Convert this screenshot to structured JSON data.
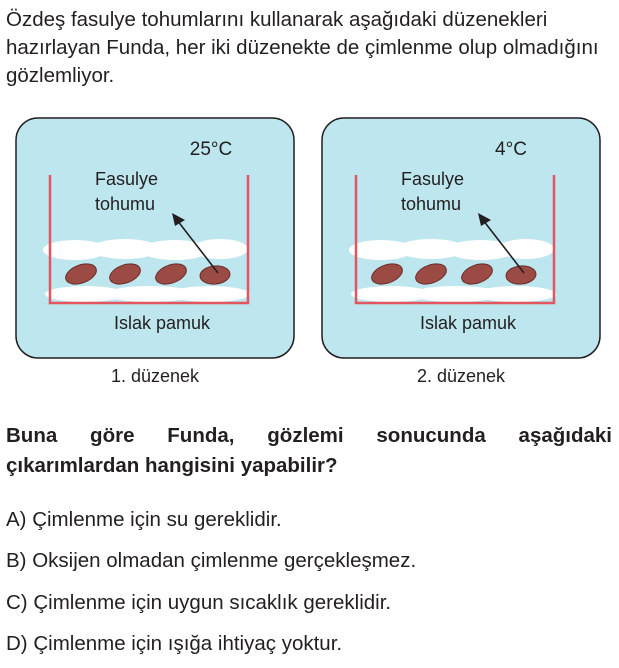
{
  "intro": "Özdeş fasulye tohumlarını kullanarak aşağıdaki düzenekleri hazırlayan Funda, her iki düzenekte de çimlenme olup olmadığını gözlemliyor.",
  "setups": [
    {
      "temperature": "25°C",
      "seed_label_1": "Fasulye",
      "seed_label_2": "tohumu",
      "cotton_label": "Islak pamuk",
      "caption": "1. düzenek"
    },
    {
      "temperature": "4°C",
      "seed_label_1": "Fasulye",
      "seed_label_2": "tohumu",
      "cotton_label": "Islak pamuk",
      "caption": "2. düzenek"
    }
  ],
  "question": "Buna göre Funda, gözlemi sonucunda aşağıdaki çıkarımlardan hangisini yapabilir?",
  "options": [
    {
      "letter": "A)",
      "text": "Çimlenme için su gereklidir."
    },
    {
      "letter": "B)",
      "text": "Oksijen olmadan çimlenme gerçekleşmez."
    },
    {
      "letter": "C)",
      "text": "Çimlenme için uygun sıcaklık gereklidir."
    },
    {
      "letter": "D)",
      "text": "Çimlenme için ışığa ihtiyaç yoktur."
    }
  ],
  "colors": {
    "panel_bg": "#bde6ee",
    "container": "#e5555f",
    "bean": "#9b4a44"
  }
}
